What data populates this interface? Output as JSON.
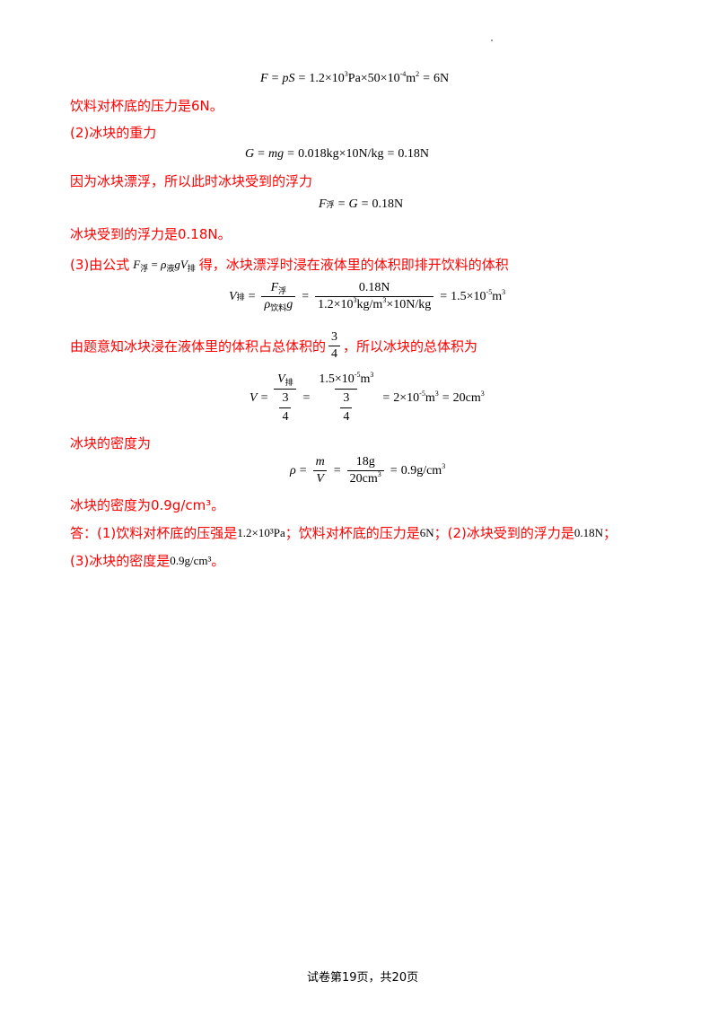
{
  "lines": {
    "l1": "饮料对杯底的压力是6N。",
    "l2": "(2)冰块的重力",
    "l3": "因为冰块漂浮，所以此时冰块受到的浮力",
    "l4": "冰块受到的浮力是0.18N。",
    "l5a": "(3)由公式",
    "l5b": "得，冰块漂浮时浸在液体里的体积即排开饮料的体积",
    "l6": "由题意知冰块浸在液体里的体积占总体积的",
    "l6b": "，所以冰块的总体积为",
    "l7": "冰块的密度为",
    "l8": "冰块的密度为0.9g/cm³。",
    "l9a": "答：(1)饮料对杯底的压强是",
    "l9b": "；饮料对杯底的压力是",
    "l9c": "；(2)冰块受到的浮力是",
    "l9d": "；",
    "l10a": "(3)冰块的密度是",
    "l10b": "。"
  },
  "subs": {
    "float": "浮",
    "displaced": "排",
    "liquid": "液",
    "drink": "饮料"
  },
  "values": {
    "pressure": "1.2×10³Pa",
    "force": "6N",
    "buoyancy": "0.18N",
    "density": "0.9g/cm³"
  },
  "eq1": "F = pS = 1.2×10³Pa×50×10⁻⁴m² = 6N",
  "eq2": "G = mg = 0.018kg×10N/kg = 0.18N",
  "eq3": "F浮 = G = 0.18N",
  "eq4": "V排 = F浮/(ρ饮料g) = 0.18N/(1.2×10³kg/m³×10N/kg) = 1.5×10⁻⁵m³",
  "eq5": "V = V排/(3/4) = 1.5×10⁻⁵m³/(3/4) = 2×10⁻⁵m³ = 20cm³",
  "eq6": "ρ = m/V = 18g/20cm³ = 0.9g/cm³",
  "footer": "试卷第19页，共20页"
}
